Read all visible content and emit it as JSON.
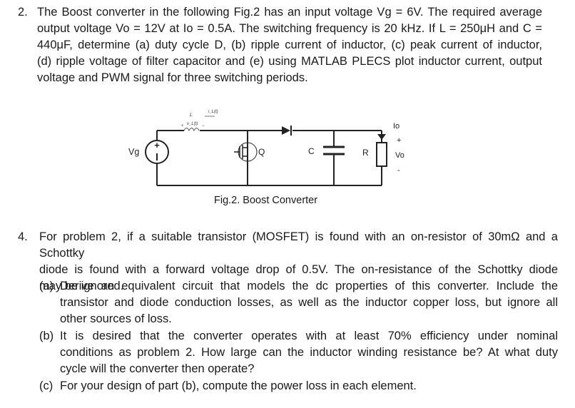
{
  "problem2": {
    "number": "2.",
    "lines": [
      "The Boost converter in the following Fig.2 has an input voltage Vg = 6V. The required average",
      "output voltage Vo = 12V at Io = 0.5A. The switching frequency is 20 kHz. If L = 250μH and C =",
      "440μF, determine (a) duty cycle D, (b) ripple current of inductor, (c) peak current of inductor,",
      "(d) ripple voltage of filter capacitor and (e) using MATLAB PLECS plot inductor current, output",
      "voltage and PWM signal for three switching periods."
    ]
  },
  "figure": {
    "caption": "Fig.2. Boost Converter",
    "labels": {
      "source": "Vg",
      "inductor": "L",
      "inductor_current": "i_L(t)",
      "inductor_voltage": "v_L(t)",
      "switch": "Q",
      "capacitor": "C",
      "resistor": "R",
      "output_current": "Io",
      "output_voltage": "Vo",
      "plus": "+",
      "minus": "-"
    }
  },
  "problem4": {
    "number": "4.",
    "intro": [
      "For problem 2, if a suitable transistor (MOSFET) is found with an on-resistor of 30mΩ and a Schottky",
      "diode is found with a forward voltage drop of 0.5V. The on-resistance of the Schottky diode",
      "may be ignored."
    ],
    "parts": [
      {
        "label": "(a)",
        "lines": [
          "Derive an equivalent circuit that models the dc properties of this converter. Include the",
          "transistor and diode conduction losses, as well as the inductor copper loss, but ignore all",
          "other sources of loss."
        ]
      },
      {
        "label": "(b)",
        "lines": [
          "It is desired that the converter operates with at least 70% efficiency under nominal",
          "conditions as problem 2. How large can the inductor winding resistance be? At what duty",
          "cycle will the converter then operate?"
        ]
      },
      {
        "label": "(c)",
        "lines": [
          "For your design of part (b), compute the power loss in each element."
        ]
      }
    ]
  }
}
